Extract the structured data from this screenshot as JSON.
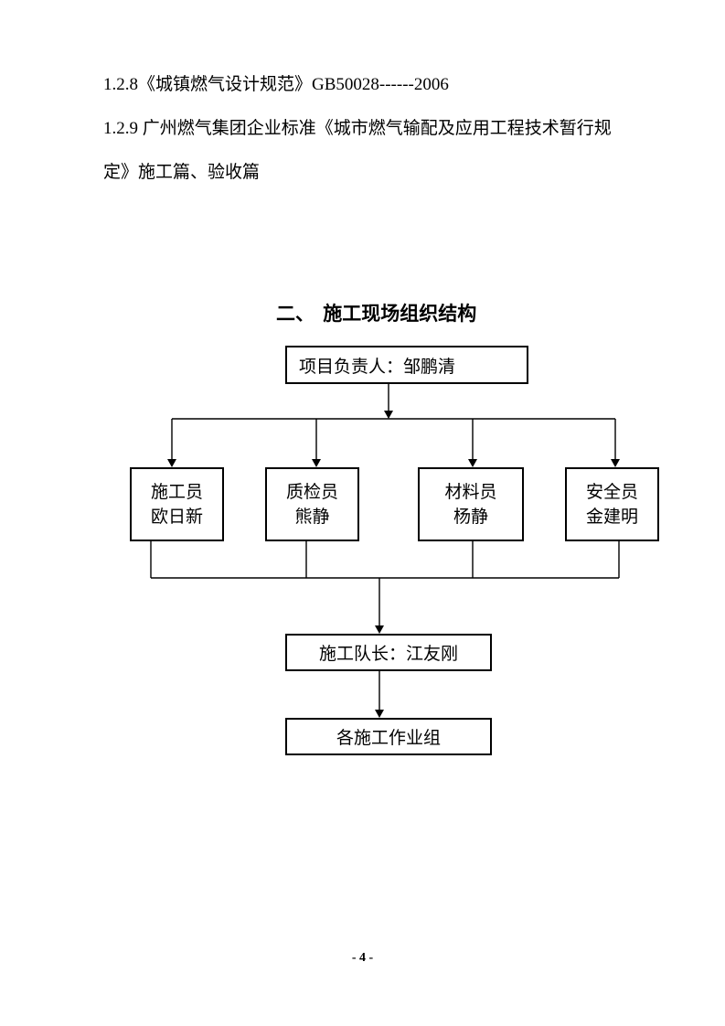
{
  "document": {
    "paragraphs": {
      "p1": "1.2.8《城镇燃气设计规范》GB50028------2006",
      "p2": "1.2.9 广州燃气集团企业标准《城市燃气输配及应用工程技术暂行规",
      "p3": "定》施工篇、验收篇"
    },
    "heading": {
      "number": "二、",
      "title": "施工现场组织结构"
    },
    "footer_page_number": "- 4 -"
  },
  "org_chart": {
    "leader_box": "项目负责人：邹鹏清",
    "staff_boxes": [
      {
        "role": "施工员",
        "name": "欧日新"
      },
      {
        "role": "质检员",
        "name": "熊静"
      },
      {
        "role": "材料员",
        "name": "杨静"
      },
      {
        "role": "安全员",
        "name": "金建明"
      }
    ],
    "captain_box": "施工队长：江友刚",
    "work_groups_box": "各施工作业组",
    "line_color": "#000000",
    "box_fill": "#ffffff"
  }
}
